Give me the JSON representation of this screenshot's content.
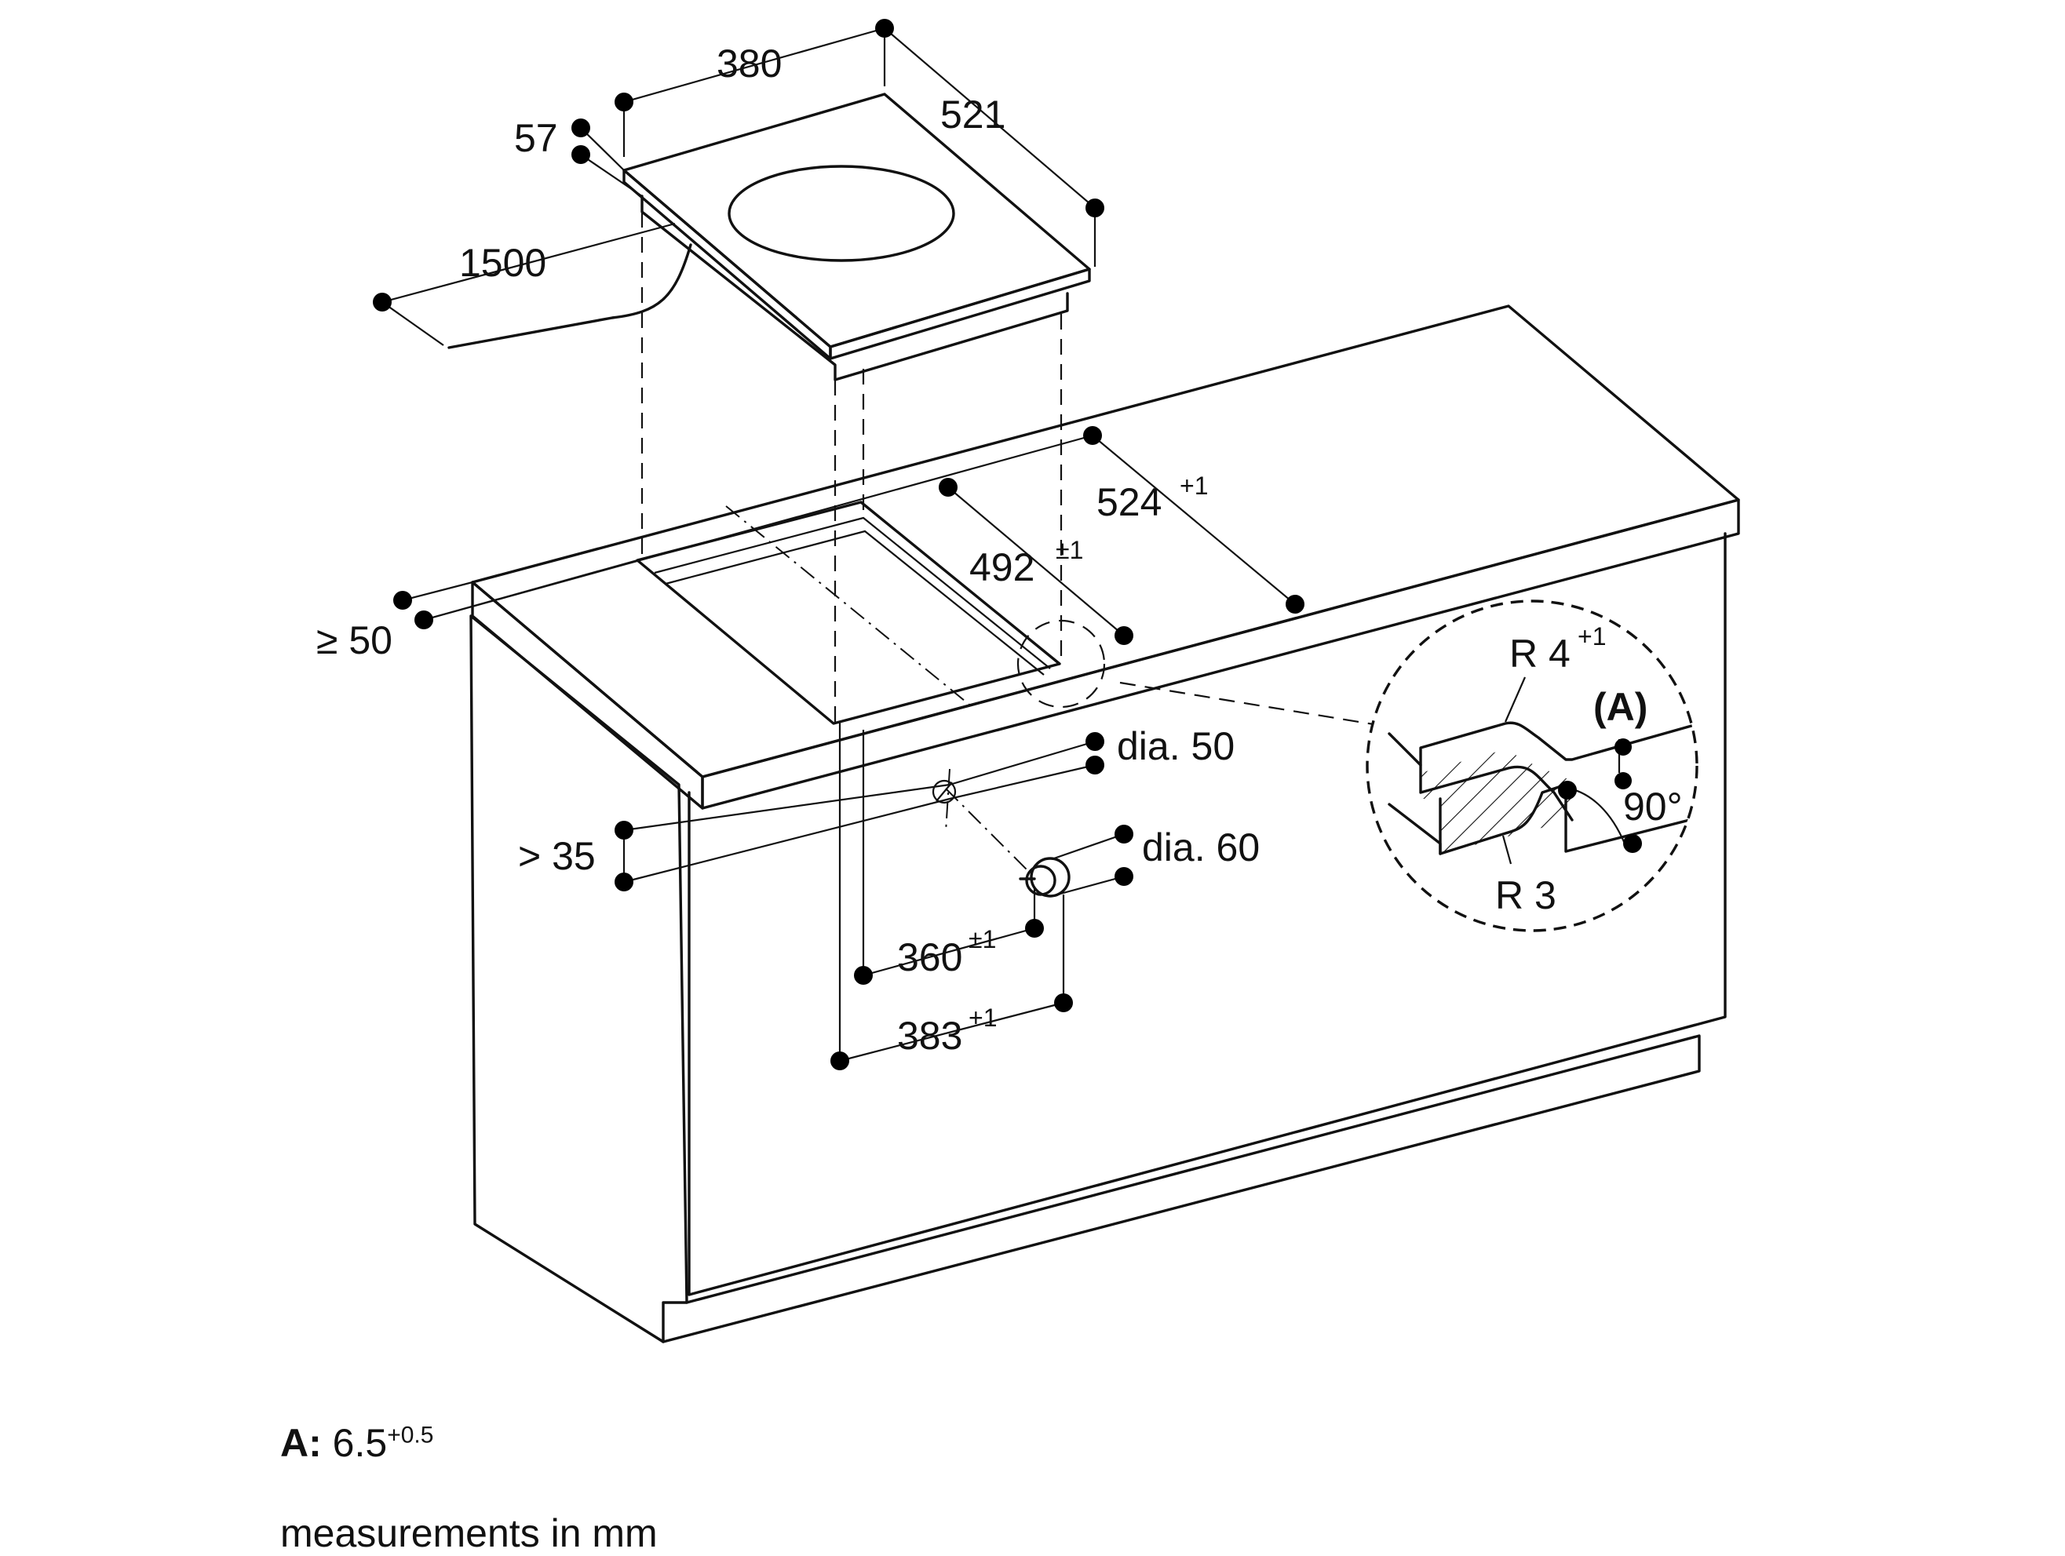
{
  "dimensions": {
    "hob_width": "380",
    "hob_depth": "521",
    "hob_height": "57",
    "cable_length": "1500",
    "cutout_depth": "524",
    "cutout_depth_tol": "+1",
    "cutout_width": "492",
    "cutout_width_tol": "±1",
    "edge_distance": "≥ 50",
    "drill_dia_1": "dia. 50",
    "drill_dia_2": "dia. 60",
    "wall_distance": "> 35",
    "hole_offset_1": "360",
    "hole_offset_1_tol": "±1",
    "hole_offset_2": "383",
    "hole_offset_2_tol": "+1"
  },
  "detail": {
    "radius_top": "R 4",
    "radius_top_tol": "+1",
    "radius_bottom": "R 3",
    "angle": "90°",
    "marker": "(A)"
  },
  "notes": {
    "a_label": "A:",
    "a_value": "6.5",
    "a_tol": "+0.5",
    "units": "measurements in mm"
  }
}
